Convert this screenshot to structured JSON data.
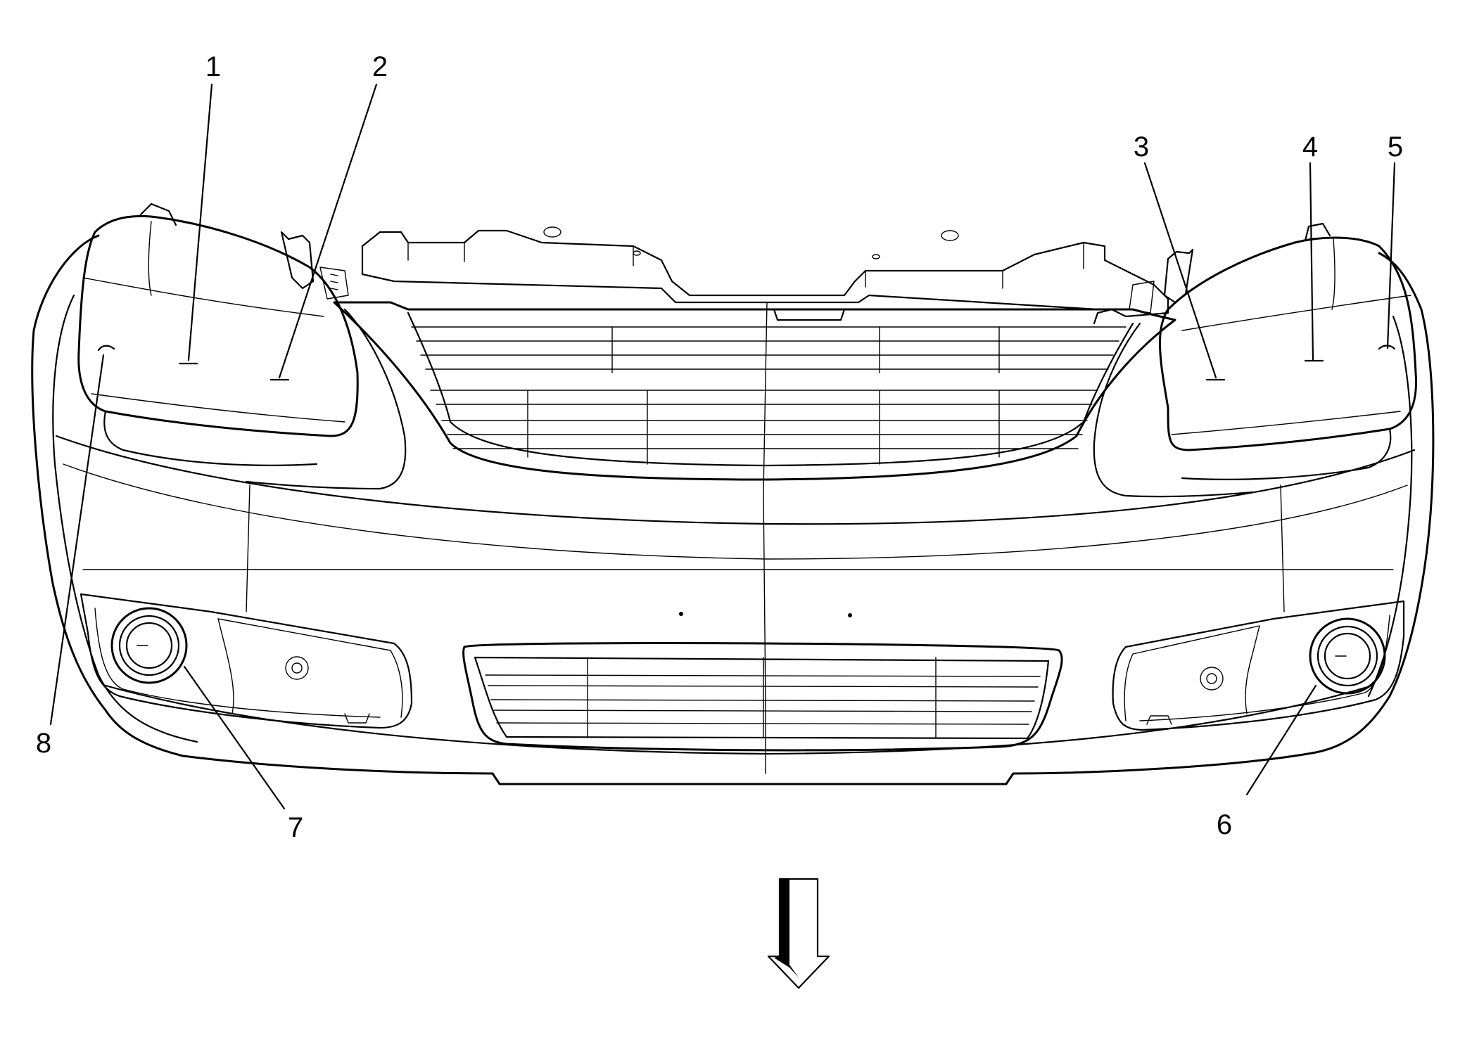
{
  "callouts": [
    {
      "id": "1",
      "label": "1"
    },
    {
      "id": "2",
      "label": "2"
    },
    {
      "id": "3",
      "label": "3"
    },
    {
      "id": "4",
      "label": "4"
    },
    {
      "id": "5",
      "label": "5"
    },
    {
      "id": "6",
      "label": "6"
    },
    {
      "id": "7",
      "label": "7"
    },
    {
      "id": "8",
      "label": "8"
    }
  ],
  "arrow_icon": "arrow-down-icon"
}
